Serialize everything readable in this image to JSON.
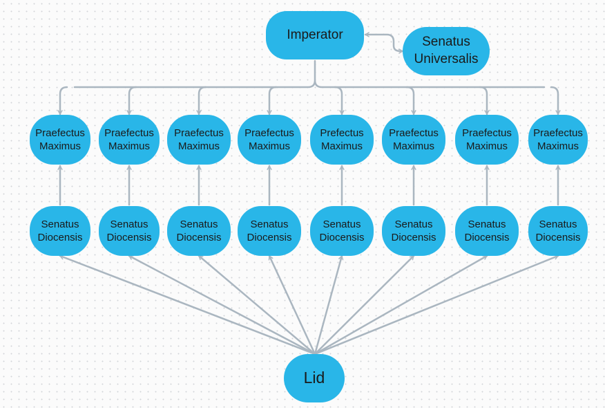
{
  "colors": {
    "node_fill": "#29b6e8",
    "connector": "#aab6c0",
    "text": "#1a1a1a"
  },
  "nodes": {
    "imperator": {
      "line1": "Imperator"
    },
    "senatus_universalis": {
      "line1": "Senatus",
      "line2": "Universalis"
    },
    "praefecti": [
      {
        "line1": "Praefectus",
        "line2": "Maximus"
      },
      {
        "line1": "Praefectus",
        "line2": "Maximus"
      },
      {
        "line1": "Praefectus",
        "line2": "Maximus"
      },
      {
        "line1": "Praefectus",
        "line2": "Maximus"
      },
      {
        "line1": "Prefectus",
        "line2": "Maximus"
      },
      {
        "line1": "Praefectus",
        "line2": "Maximus"
      },
      {
        "line1": "Praefectus",
        "line2": "Maximus"
      },
      {
        "line1": "Praefectus",
        "line2": "Maximus"
      }
    ],
    "senates": [
      {
        "line1": "Senatus",
        "line2": "Diocensis"
      },
      {
        "line1": "Senatus",
        "line2": "Diocensis"
      },
      {
        "line1": "Senatus",
        "line2": "Diocensis"
      },
      {
        "line1": "Senatus",
        "line2": "Diocensis"
      },
      {
        "line1": "Senatus",
        "line2": "Diocensis"
      },
      {
        "line1": "Senatus",
        "line2": "Diocensis"
      },
      {
        "line1": "Senatus",
        "line2": "Diocensis"
      },
      {
        "line1": "Senatus",
        "line2": "Diocensis"
      }
    ],
    "lid": {
      "line1": "Lid"
    }
  }
}
